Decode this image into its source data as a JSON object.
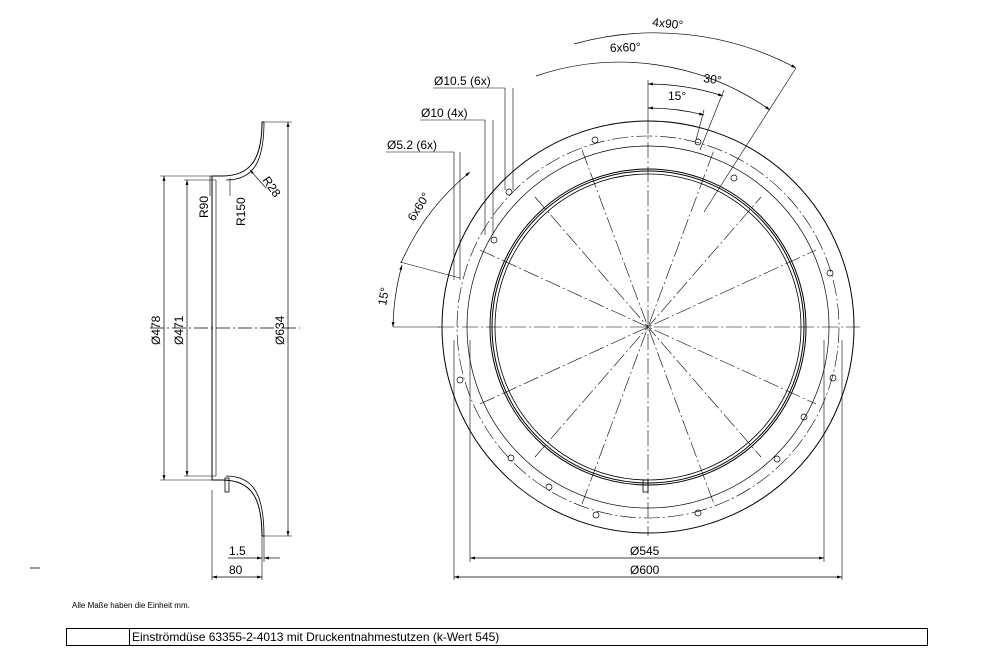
{
  "side_view": {
    "dim_d478": "Ø478",
    "dim_d471": "Ø471",
    "dim_d634": "Ø634",
    "dim_r90": "R90",
    "dim_r150": "R150",
    "dim_r28": "R28",
    "dim_1_5": "1.5",
    "dim_80": "80"
  },
  "front_view": {
    "hole_d10_5": "Ø10.5 (6x)",
    "hole_d10": "Ø10 (4x)",
    "hole_d5_2": "Ø5.2 (6x)",
    "angle_4x90": "4x90°",
    "angle_6x60_top": "6x60°",
    "angle_30": "30°",
    "angle_15_top": "15°",
    "angle_6x60_left": "6x60°",
    "angle_15_left": "15°",
    "dim_d545": "Ø545",
    "dim_d600": "Ø600"
  },
  "footer": {
    "note": "Alle Maße haben die Einheit mm.",
    "title": "Einströmdüse 63355-2-4013 mit Druckentnahmestutzen (k-Wert 545)"
  }
}
